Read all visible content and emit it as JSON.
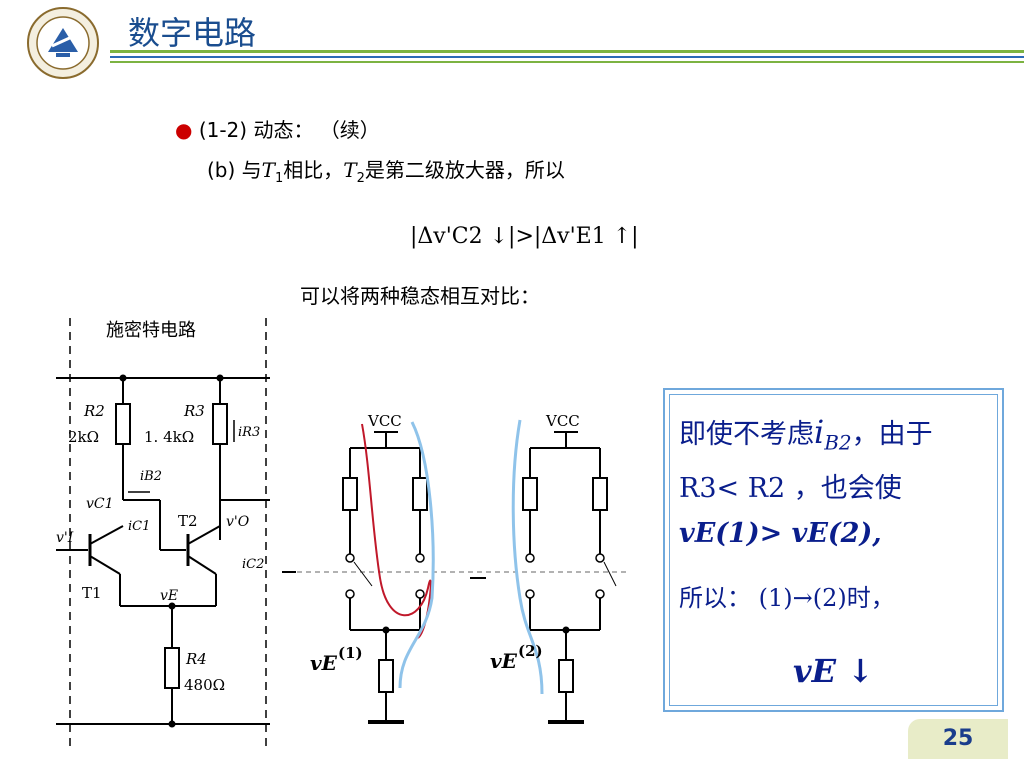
{
  "header": {
    "title": "数字电路"
  },
  "content": {
    "bullet_line": "(1-2) 动态： （续）",
    "line2_prefix": "(b) 与",
    "line2_T1": "T",
    "line2_T1_sub": "1",
    "line2_mid": "相比，",
    "line2_T2": "T",
    "line2_T2_sub": "2",
    "line2_suffix": "是第二级放大器，所以",
    "formula": "|Δv'C2 ↓|>|Δv'E1 ↑|",
    "compare_text": "可以将两种稳态相互对比："
  },
  "schematic": {
    "title": "施密特电路",
    "r2": "R2",
    "r2_val": "2kΩ",
    "r3": "R3",
    "r3_val": "1. 4kΩ",
    "r4": "R4",
    "r4_val": "480Ω",
    "ib2": "iB2",
    "vc1": "vC1",
    "ic1": "iC1",
    "t2": "T2",
    "vo": "v'O",
    "vi": "v'I",
    "ic2": "iC2",
    "ir3": "iR3",
    "t1": "T1",
    "ve": "vE"
  },
  "states": {
    "vcc1": "VCC",
    "vcc2": "VCC",
    "ve1": "vE",
    "ve1_sup": "(1)",
    "ve2": "vE",
    "ve2_sup": "(2)"
  },
  "note": {
    "line1_a": "即使不考虑",
    "line1_i": "i",
    "line1_sub": "B2",
    "line1_b": "，由于",
    "line2": "R3< R2 ，也会使",
    "line3": "vE(1)> vE(2),",
    "line4": "所以： (1)→(2)时，",
    "line5": "vE ↓"
  },
  "footer": {
    "page": "25"
  },
  "colors": {
    "title": "#1a4d8f",
    "accent_green": "#7cb342",
    "note_text": "#0a1e8c",
    "box_border": "#6fa8dc",
    "path_red": "#c0182a",
    "path_blue": "#8fc3ea"
  }
}
